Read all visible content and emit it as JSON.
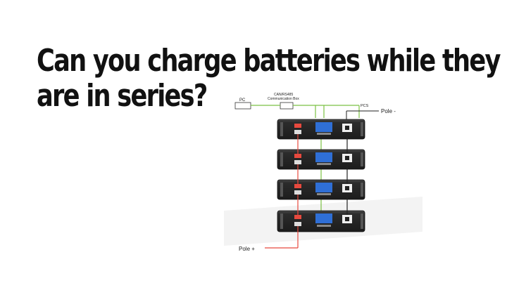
{
  "headline": {
    "line1": "Can you charge batteries while they",
    "line2": "are in series?"
  },
  "diagram": {
    "pc_label": "PC",
    "comm_box_label_line1": "CAN/RS485",
    "comm_box_label_line2": "Communication Box",
    "pcs_label": "PCS",
    "pole_negative_label": "Pole -",
    "pole_positive_label": "Pole +",
    "battery_modules": 4,
    "colors": {
      "positive_wire": "#e8493e",
      "communication_wire": "#7bc043",
      "negative_wire": "#222222",
      "battery_body": "#2c2c2c",
      "display": "#2f6fd6"
    }
  }
}
